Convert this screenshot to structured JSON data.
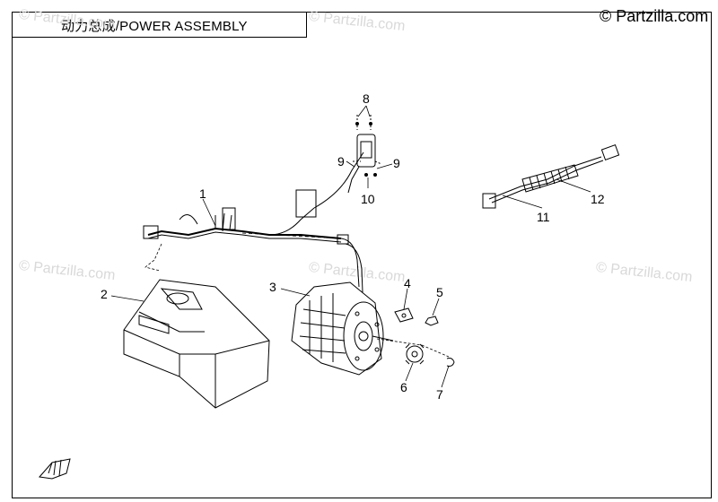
{
  "title": "动力总成/POWER ASSEMBLY",
  "copyright": "© Partzilla.com",
  "watermark": "© Partzilla.com",
  "callouts": [
    "1",
    "2",
    "3",
    "4",
    "5",
    "6",
    "7",
    "8",
    "9",
    "9",
    "10",
    "11",
    "12"
  ]
}
